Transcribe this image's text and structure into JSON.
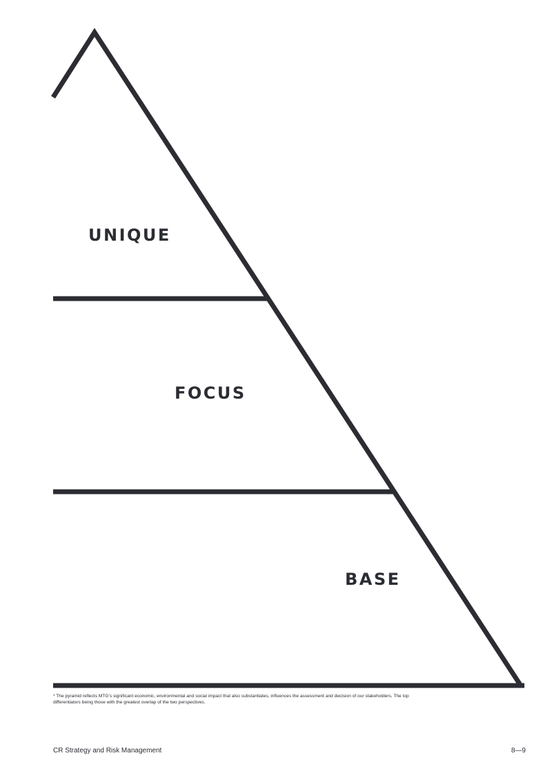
{
  "diagram": {
    "tiers": [
      {
        "label": "UNIQUE"
      },
      {
        "label": "FOCUS"
      },
      {
        "label": "BASE"
      }
    ],
    "line_color": "#2b2d33"
  },
  "footnote": "* The pyramid reflects MTG’s significant economic, environmental and social impact that also substantiates, influences the assessment and decision of our stakeholders. The top differentiators being those with the greatest overlap of the two perspectives.",
  "footer": {
    "section": "CR Strategy and Risk Management",
    "page": "8—9"
  }
}
